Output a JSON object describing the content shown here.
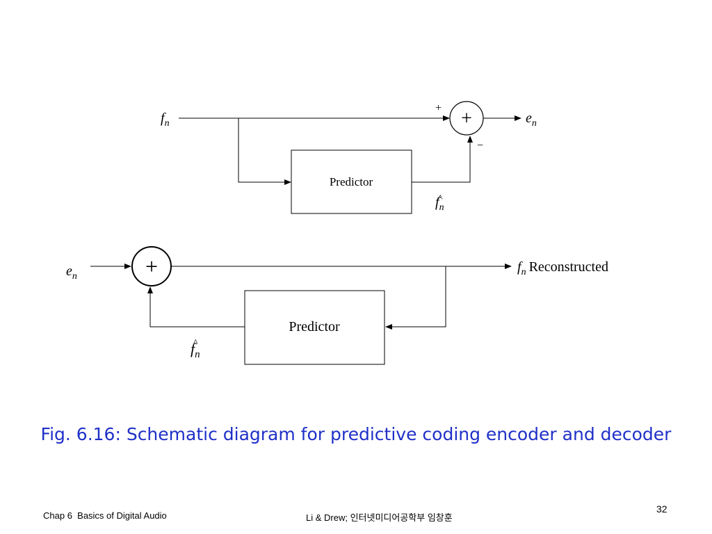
{
  "encoder": {
    "input_var": "f",
    "input_sub": "n",
    "output_var": "e",
    "output_sub": "n",
    "plus_sign": "+",
    "minus_sign": "−",
    "adder_symbol": "+",
    "predictor_label": "Predictor",
    "prediction_var": "f",
    "prediction_hat": "^",
    "prediction_sub": "n"
  },
  "decoder": {
    "input_var": "e",
    "input_sub": "n",
    "adder_symbol": "+",
    "output_var": "f",
    "output_sub": "n",
    "output_suffix": "Reconstructed",
    "predictor_label": "Predictor",
    "prediction_var": "f",
    "prediction_hat": "^",
    "prediction_sub": "n"
  },
  "caption": "Fig. 6.16: Schematic diagram for predictive coding encoder and decoder",
  "footer": {
    "chapter": "Chap 6  Basics of Digital Audio",
    "authors": "Li & Drew; 인터넷미디어공학부 임창훈",
    "page_number": "32"
  },
  "colors": {
    "caption": "#1f30c8",
    "lines": "#000000",
    "background": "#ffffff"
  }
}
